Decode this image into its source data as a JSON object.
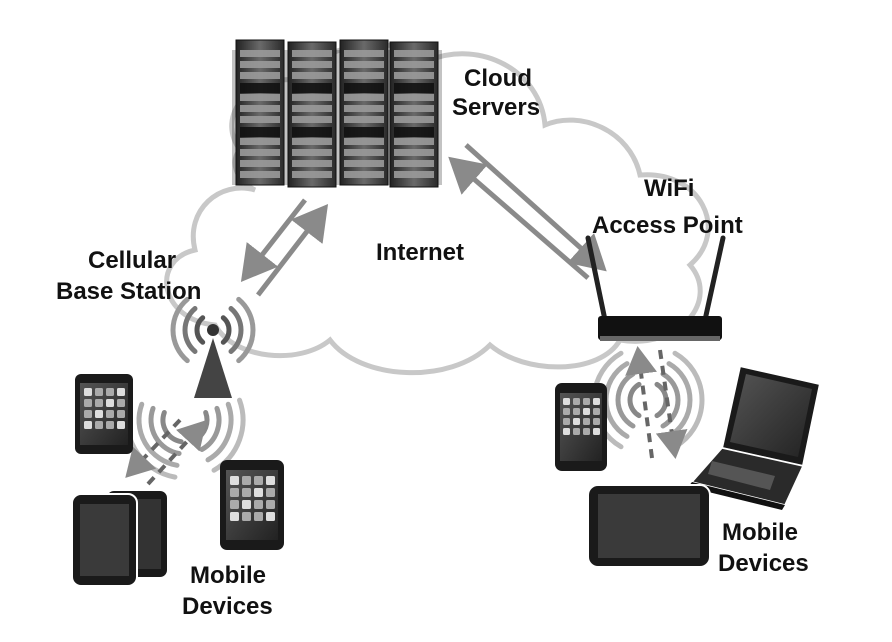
{
  "labels": {
    "cloud_servers": [
      "Cloud",
      "Servers"
    ],
    "internet": "Internet",
    "wifi_access_point": [
      "WiFi",
      "Access Point"
    ],
    "cellular_base_station": [
      "Cellular",
      "Base Station"
    ],
    "mobile_devices_left": [
      "Mobile",
      "Devices"
    ],
    "mobile_devices_right": [
      "Mobile",
      "Devices"
    ]
  },
  "colors": {
    "cloud_fill": "#ffffff",
    "cloud_stroke": "#c8c8c8",
    "arrow": "#8a8a8a",
    "signal_dark": "#555555",
    "signal_light": "#a0a0a0",
    "device_body": "#1a1a1a",
    "server_body": "#3a3a3a"
  }
}
